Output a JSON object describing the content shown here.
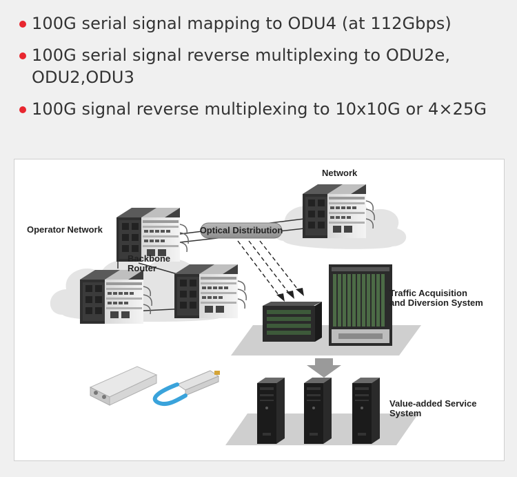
{
  "bullets": [
    "100G serial signal mapping to ODU4 (at 112Gbps)",
    "100G serial signal reverse multiplexing to ODU2e, ODU2,ODU3",
    "100G signal reverse multiplexing to 10x10G or 4×25G"
  ],
  "diagram": {
    "network": "Network",
    "operator_network": "Operator Network",
    "backbone_router_line1": "Backbone",
    "backbone_router_line2": "Router",
    "optical_distribution": "Optical Distribution",
    "traffic_line1": "Traffic Acquisition",
    "traffic_line2": "and Diversion System",
    "vas_line1": "Value-added Service",
    "vas_line2": "System"
  },
  "colors": {
    "bullet_dot": "#e8262f",
    "cloud": "#e4e4e4",
    "platform": "#cfcfcf"
  }
}
